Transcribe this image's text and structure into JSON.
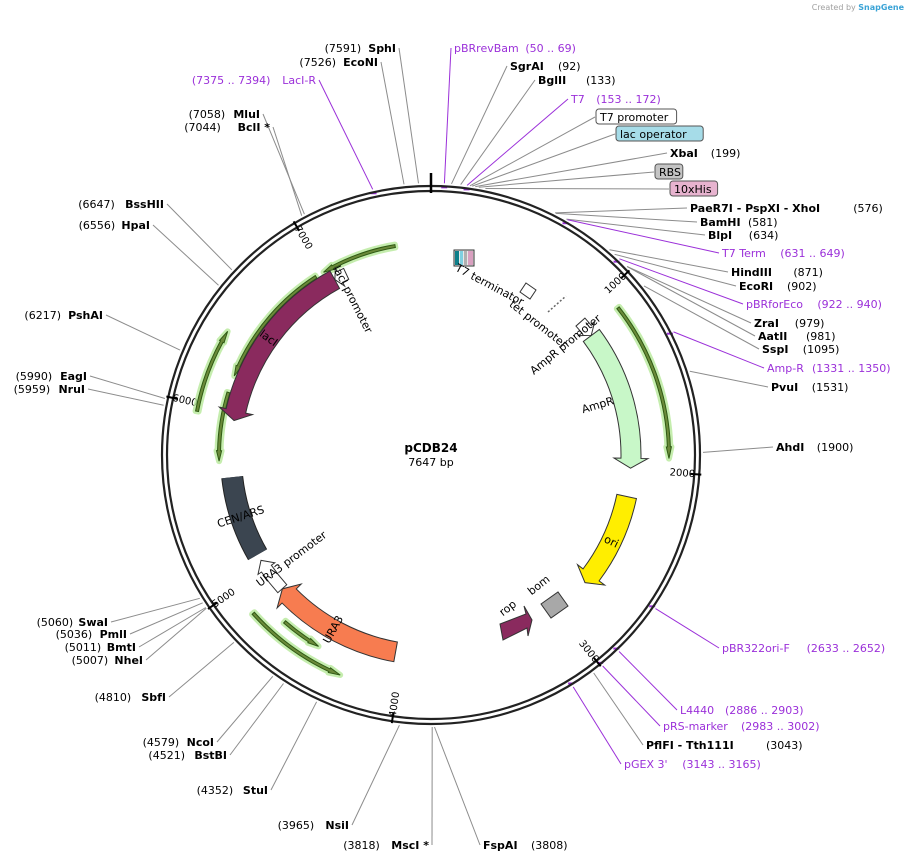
{
  "credit": {
    "prefix": "Created by",
    "brand": "SnapGene"
  },
  "plasmid": {
    "name": "pCDB24",
    "size_label": "7647 bp",
    "length": 7647
  },
  "ticks": [
    {
      "pos": 1000,
      "label": "1000"
    },
    {
      "pos": 2000,
      "label": "2000"
    },
    {
      "pos": 3000,
      "label": "3000"
    },
    {
      "pos": 4000,
      "label": "4000"
    },
    {
      "pos": 5000,
      "label": "5000"
    },
    {
      "pos": 6000,
      "label": "6000"
    },
    {
      "pos": 7000,
      "label": "7000"
    }
  ],
  "features": [
    {
      "name": "lacI",
      "start": 5946,
      "end": 7036,
      "dir": "ccw",
      "color": "#8a2a5e",
      "kind": "arrow",
      "label": "lacI",
      "label_mode": "inside",
      "ring": 0
    },
    {
      "name": "lacI promoter",
      "start": 7037,
      "end": 7114,
      "dir": "ccw",
      "color": "#ffffff",
      "kind": "arrow",
      "label": "lacI promoter",
      "label_mode": "outside",
      "ring": 0
    },
    {
      "name": "AmpR",
      "start": 1132,
      "end": 1992,
      "dir": "cw",
      "color": "#c8f7c8",
      "kind": "arrow",
      "label": "AmpR",
      "label_mode": "outside",
      "ring": 0
    },
    {
      "name": "AmpR promoter",
      "start": 1027,
      "end": 1131,
      "dir": "cw",
      "color": "#ffffff",
      "kind": "arrow",
      "label": "AmpR promoter",
      "label_mode": "outside",
      "ring": 0
    },
    {
      "name": "ori",
      "start": 2166,
      "end": 2754,
      "dir": "cw",
      "color": "#ffee00",
      "kind": "arrow",
      "label": "ori",
      "label_mode": "inside",
      "ring": 0
    },
    {
      "name": "URA3",
      "start": 4040,
      "end": 4843,
      "dir": "ccw_draw_cw",
      "color": "#f77c50",
      "kind": "arrow",
      "label": "URA3",
      "label_mode": "inside",
      "ring": 0
    },
    {
      "name": "URA3 promoter",
      "start": 4844,
      "end": 5060,
      "dir": "ccw_draw_cw",
      "color": "#ffffff",
      "kind": "arrow",
      "label": "URA3 promoter",
      "label_mode": "outside",
      "ring": 0
    },
    {
      "name": "CEN/ARS",
      "start": 5100,
      "end": 5600,
      "dir": "none",
      "color": "#3b4550",
      "kind": "box",
      "label": "CEN/ARS",
      "label_mode": "inside",
      "ring": 0
    }
  ],
  "small_features": [
    {
      "name": "T7 terminator",
      "label": "T7 terminator"
    },
    {
      "name": "tet promoter",
      "label": "tet promoter"
    },
    {
      "name": "rop",
      "label": "rop"
    },
    {
      "name": "bom",
      "label": "bom"
    }
  ],
  "inner_orfs": [
    {
      "start": 7440,
      "end": 7000,
      "dir": "ccw",
      "ring": 1
    },
    {
      "start": 6950,
      "end": 6200,
      "dir": "ccw",
      "ring": 1
    },
    {
      "start": 6400,
      "end": 5960,
      "dir": "cw",
      "ring": 2
    },
    {
      "start": 6100,
      "end": 5700,
      "dir": "ccw",
      "ring": 1
    },
    {
      "start": 4300,
      "end": 4850,
      "dir": "ccw",
      "ring": 2
    },
    {
      "start": 4470,
      "end": 4700,
      "dir": "ccw",
      "ring": 3
    },
    {
      "start": 1100,
      "end": 1930,
      "dir": "cw",
      "ring": -1
    }
  ],
  "labels_right": [
    {
      "text": "pBRrevBam",
      "pos_text": "(50 .. 69)",
      "type": "primer",
      "bp": 60
    },
    {
      "text": "SgrAI",
      "pos_text": "(92)",
      "type": "site",
      "bp": 92
    },
    {
      "text": "BglII",
      "pos_text": "(133)",
      "type": "site",
      "bp": 133
    },
    {
      "text": "T7",
      "pos_text": "(153 .. 172)",
      "type": "primer",
      "bp": 162
    },
    {
      "text": "T7 promoter",
      "pos_text": "",
      "type": "boxwhite",
      "bp": 175
    },
    {
      "text": "lac operator",
      "pos_text": "",
      "type": "boxblue",
      "bp": 185
    },
    {
      "text": "XbaI",
      "pos_text": "(199)",
      "type": "site",
      "bp": 199
    },
    {
      "text": "RBS",
      "pos_text": "",
      "type": "boxgray",
      "bp": 215
    },
    {
      "text": "10xHis",
      "pos_text": "",
      "type": "boxpink",
      "bp": 245
    },
    {
      "text": "PaeR7I - PspXI - XhoI",
      "pos_text": "(576)",
      "type": "site",
      "bp": 576
    },
    {
      "text": "BamHI",
      "pos_text": "(581)",
      "type": "site",
      "bp": 581
    },
    {
      "text": "BlpI",
      "pos_text": "(634)",
      "type": "site",
      "bp": 634
    },
    {
      "text": "T7 Term",
      "pos_text": "(631 .. 649)",
      "type": "primer",
      "bp": 640
    },
    {
      "text": "HindIII",
      "pos_text": "(871)",
      "type": "site",
      "bp": 871
    },
    {
      "text": "EcoRI",
      "pos_text": "(902)",
      "type": "site",
      "bp": 902
    },
    {
      "text": "pBRforEco",
      "pos_text": "(922 .. 940)",
      "type": "primer",
      "bp": 931
    },
    {
      "text": "ZraI",
      "pos_text": "(979)",
      "type": "site",
      "bp": 979
    },
    {
      "text": "AatII",
      "pos_text": "(981)",
      "type": "site",
      "bp": 981
    },
    {
      "text": "SspI",
      "pos_text": "(1095)",
      "type": "site",
      "bp": 1095
    },
    {
      "text": "Amp-R",
      "pos_text": "(1331 .. 1350)",
      "type": "primer",
      "bp": 1340
    },
    {
      "text": "PvuI",
      "pos_text": "(1531)",
      "type": "site",
      "bp": 1531
    },
    {
      "text": "AhdI",
      "pos_text": "(1900)",
      "type": "site",
      "bp": 1900
    },
    {
      "text": "pBR322ori-F",
      "pos_text": "(2633 .. 2652)",
      "type": "primer",
      "bp": 2642
    },
    {
      "text": "L4440",
      "pos_text": "(2886 .. 2903)",
      "type": "primer",
      "bp": 2894
    },
    {
      "text": "pRS-marker",
      "pos_text": "(2983 .. 3002)",
      "type": "primer",
      "bp": 2992
    },
    {
      "text": "PflFI - Tth111I",
      "pos_text": "(3043)",
      "type": "site",
      "bp": 3043
    },
    {
      "text": "pGEX 3'",
      "pos_text": "(3143 .. 3165)",
      "type": "primer",
      "bp": 3154
    },
    {
      "text": "FspAI",
      "pos_text": "(3808)",
      "type": "site",
      "bp": 3808
    }
  ],
  "labels_left": [
    {
      "text": "SphI",
      "pos_text": "(7591)",
      "type": "site",
      "bp": 7591
    },
    {
      "text": "EcoNI",
      "pos_text": "(7526)",
      "type": "site",
      "bp": 7526
    },
    {
      "text": "LacI-R",
      "pos_text": "(7375 .. 7394)",
      "type": "primer",
      "bp": 7384
    },
    {
      "text": "MluI",
      "pos_text": "(7058)",
      "type": "site",
      "bp": 7058
    },
    {
      "text": "BclI *",
      "pos_text": "(7044)",
      "type": "site",
      "bp": 7044
    },
    {
      "text": "BssHII",
      "pos_text": "(6647)",
      "type": "site",
      "bp": 6647
    },
    {
      "text": "HpaI",
      "pos_text": "(6556)",
      "type": "site",
      "bp": 6556
    },
    {
      "text": "PshAI",
      "pos_text": "(6217)",
      "type": "site",
      "bp": 6217
    },
    {
      "text": "EagI",
      "pos_text": "(5990)",
      "type": "site",
      "bp": 5990
    },
    {
      "text": "NruI",
      "pos_text": "(5959)",
      "type": "site",
      "bp": 5959
    },
    {
      "text": "SwaI",
      "pos_text": "(5060)",
      "type": "site",
      "bp": 5060
    },
    {
      "text": "PmlI",
      "pos_text": "(5036)",
      "type": "site",
      "bp": 5036
    },
    {
      "text": "BmtI",
      "pos_text": "(5011)",
      "type": "site",
      "bp": 5011
    },
    {
      "text": "NheI",
      "pos_text": "(5007)",
      "type": "site",
      "bp": 5007
    },
    {
      "text": "SbfI",
      "pos_text": "(4810)",
      "type": "site",
      "bp": 4810
    },
    {
      "text": "NcoI",
      "pos_text": "(4579)",
      "type": "site",
      "bp": 4579
    },
    {
      "text": "BstBI",
      "pos_text": "(4521)",
      "type": "site",
      "bp": 4521
    },
    {
      "text": "StuI",
      "pos_text": "(4352)",
      "type": "site",
      "bp": 4352
    },
    {
      "text": "NsiI",
      "pos_text": "(3965)",
      "type": "site",
      "bp": 3965
    },
    {
      "text": "MscI *",
      "pos_text": "(3818)",
      "type": "site",
      "bp": 3818
    }
  ],
  "colors": {
    "primer": "#9b30d9",
    "site": "#000000",
    "line": "#8c8c8c",
    "orf_fill": "#d4a066",
    "orf_glow": "#b6e89a"
  }
}
